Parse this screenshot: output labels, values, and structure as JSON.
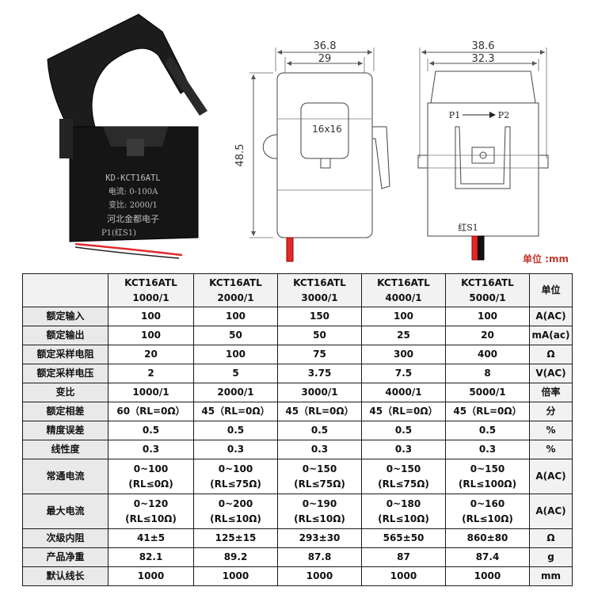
{
  "drawing": {
    "front_width_outer": "36.8",
    "front_width_inner": "29",
    "height": "48.5",
    "window": "16x16",
    "side_width_outer": "38.6",
    "side_width_inner": "32.3",
    "p1": "P1",
    "p2": "P2",
    "red_wire_label": "红S1",
    "unit_note": "单位 :mm"
  },
  "photo_label": {
    "model": "KD-KCT16ATL",
    "current": "电流: 0-100A",
    "ratio": "变比: 2000/1",
    "maker": "河北金都电子",
    "lead": "P1(红S1)"
  },
  "table": {
    "headers": [
      [
        "KCT16ATL",
        "1000/1"
      ],
      [
        "KCT16ATL",
        "2000/1"
      ],
      [
        "KCT16ATL",
        "3000/1"
      ],
      [
        "KCT16ATL",
        "4000/1"
      ],
      [
        "KCT16ATL",
        "5000/1"
      ]
    ],
    "unit_header": "单位",
    "rows": [
      {
        "label": "额定输入",
        "values": [
          [
            "100"
          ],
          [
            "100"
          ],
          [
            "150"
          ],
          [
            "100"
          ],
          [
            "100"
          ]
        ],
        "unit": "A(AC)"
      },
      {
        "label": "额定输出",
        "values": [
          [
            "100"
          ],
          [
            "50"
          ],
          [
            "50"
          ],
          [
            "25"
          ],
          [
            "20"
          ]
        ],
        "unit": "mA(ac)"
      },
      {
        "label": "额定采样电阻",
        "values": [
          [
            "20"
          ],
          [
            "100"
          ],
          [
            "75"
          ],
          [
            "300"
          ],
          [
            "400"
          ]
        ],
        "unit": "Ω"
      },
      {
        "label": "额定采样电压",
        "values": [
          [
            "2"
          ],
          [
            "5"
          ],
          [
            "3.75"
          ],
          [
            "7.5"
          ],
          [
            "8"
          ]
        ],
        "unit": "V(AC)"
      },
      {
        "label": "变比",
        "values": [
          [
            "1000/1"
          ],
          [
            "2000/1"
          ],
          [
            "3000/1"
          ],
          [
            "4000/1"
          ],
          [
            "5000/1"
          ]
        ],
        "unit": "倍率"
      },
      {
        "label": "额定相差",
        "values": [
          [
            "60（RL=0Ω）"
          ],
          [
            "45（RL=0Ω）"
          ],
          [
            "45（RL=0Ω）"
          ],
          [
            "45（RL=0Ω）"
          ],
          [
            "45（RL=0Ω）"
          ]
        ],
        "unit": "分"
      },
      {
        "label": "精度误差",
        "values": [
          [
            "0.5"
          ],
          [
            "0.5"
          ],
          [
            "0.5"
          ],
          [
            "0.5"
          ],
          [
            "0.5"
          ]
        ],
        "unit": "%"
      },
      {
        "label": "线性度",
        "values": [
          [
            "0.3"
          ],
          [
            "0.3"
          ],
          [
            "0.3"
          ],
          [
            "0.3"
          ],
          [
            "0.3"
          ]
        ],
        "unit": "%"
      },
      {
        "label": "常通电流",
        "values": [
          [
            "0~100",
            "(RL≤0Ω)"
          ],
          [
            "0~100",
            "(RL≤75Ω)"
          ],
          [
            "0~150",
            "(RL≤75Ω)"
          ],
          [
            "0~150",
            "(RL≤75Ω)"
          ],
          [
            "0~150",
            "(RL≤100Ω)"
          ]
        ],
        "unit": "A(AC)"
      },
      {
        "label": "最大电流",
        "values": [
          [
            "0~120",
            "(RL≤10Ω)"
          ],
          [
            "0~200",
            "(RL≤10Ω)"
          ],
          [
            "0~190",
            "(RL≤10Ω)"
          ],
          [
            "0~180",
            "(RL≤10Ω)"
          ],
          [
            "0~160",
            "(RL≤10Ω)"
          ]
        ],
        "unit": "A(AC)"
      },
      {
        "label": "次级内阻",
        "values": [
          [
            "41±5"
          ],
          [
            "125±15"
          ],
          [
            "293±30"
          ],
          [
            "565±50"
          ],
          [
            "860±80"
          ]
        ],
        "unit": "Ω"
      },
      {
        "label": "产品净重",
        "values": [
          [
            "82.1"
          ],
          [
            "89.2"
          ],
          [
            "87.8"
          ],
          [
            "87"
          ],
          [
            "87.4"
          ]
        ],
        "unit": "g"
      },
      {
        "label": "默认线长",
        "values": [
          [
            "1000"
          ],
          [
            "1000"
          ],
          [
            "1000"
          ],
          [
            "1000"
          ],
          [
            "1000"
          ]
        ],
        "unit": "mm"
      }
    ]
  }
}
